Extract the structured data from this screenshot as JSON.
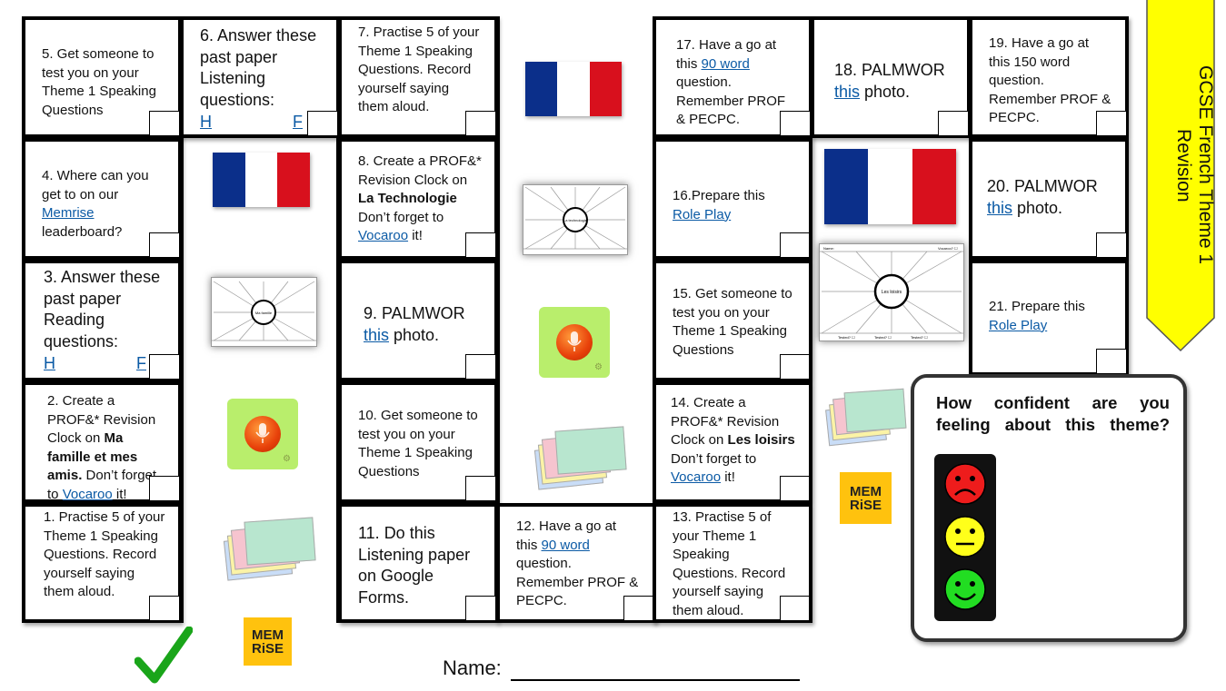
{
  "banner": {
    "title": "GCSE French Theme 1 Revision",
    "color": "#ffff00"
  },
  "tasks": {
    "t1": "1. Practise 5 of your Theme 1 Speaking Questions.  Record yourself saying them aloud.",
    "t2_pre": "2. Create a PROF&* Revision Clock on ",
    "t2_bold": "Ma famille et mes amis.",
    "t2_post": " Don’t forget to ",
    "t2_link": "Vocaroo",
    "t2_end": " it!",
    "t3": "3. Answer these past paper Reading questions:",
    "t3_h": "H",
    "t3_f": "F",
    "t4_pre": "4. Where can you get to on our ",
    "t4_link": "Memrise",
    "t4_post": " leaderboard?",
    "t5": "5. Get someone to test you on your Theme 1 Speaking Questions",
    "t6": "6. Answer these past paper Listening questions:",
    "t6_h": "H",
    "t6_f": "F",
    "t7": "7. Practise 5 of your Theme 1 Speaking Questions.  Record yourself saying them aloud.",
    "t8_pre": "8. Create a PROF&* Revision Clock on ",
    "t8_bold": "La Technologie",
    "t8_post": " Don’t forget to ",
    "t8_link": "Vocaroo",
    "t8_end": " it!",
    "t9_pre": "9. PALMWOR ",
    "t9_link": "this",
    "t9_post": " photo.",
    "t10": "10. Get someone to test you on your Theme 1 Speaking Questions",
    "t11": "11. Do this Listening paper on Google Forms.",
    "t12_pre": "12. Have a go at this ",
    "t12_link": "90 word",
    "t12_post": " question. Remember PROF & PECPC.",
    "t13": "13. Practise 5 of your Theme 1 Speaking Questions.  Record yourself saying them aloud.",
    "t14_pre": "14. Create a PROF&* Revision Clock on ",
    "t14_bold": "Les loisirs",
    "t14_post": " Don’t forget to ",
    "t14_link": "Vocaroo",
    "t14_end": " it!",
    "t15": "15. Get someone to test you on your Theme 1 Speaking Questions",
    "t16_pre": "16.Prepare this ",
    "t16_link": "Role Play",
    "t17_pre": "17. Have a go at this ",
    "t17_link": "90 word",
    "t17_post": " question. Remember PROF & PECPC.",
    "t18_pre": "18. PALMWOR ",
    "t18_link": "this",
    "t18_post": " photo.",
    "t19": "19. Have a go at this 150 word question. Remember PROF & PECPC.",
    "t20_pre": "20. PALMWOR ",
    "t20_link": "this",
    "t20_post": " photo.",
    "t21_pre": "21. Prepare this ",
    "t21_link": "Role Play"
  },
  "clock_labels": {
    "name": "Name:",
    "vocaroo": "Vocaroo? ☐",
    "tested": "Tested? ☐",
    "centre_famille": "Ma famille",
    "centre_tech": "La technologie",
    "centre_loisirs": "Les loisirs"
  },
  "memrise_logo": {
    "line1": "MEM",
    "line2": "RiSE"
  },
  "confidence": {
    "question": "How confident are you feeling about this theme?"
  },
  "footer": {
    "name_label": "Name:"
  },
  "colors": {
    "link": "#0b5aa5",
    "flag_blue": "#0b2f8a",
    "flag_red": "#d8101d",
    "tick": "#1aa51a",
    "mic_bg": "#b9ee6c"
  }
}
